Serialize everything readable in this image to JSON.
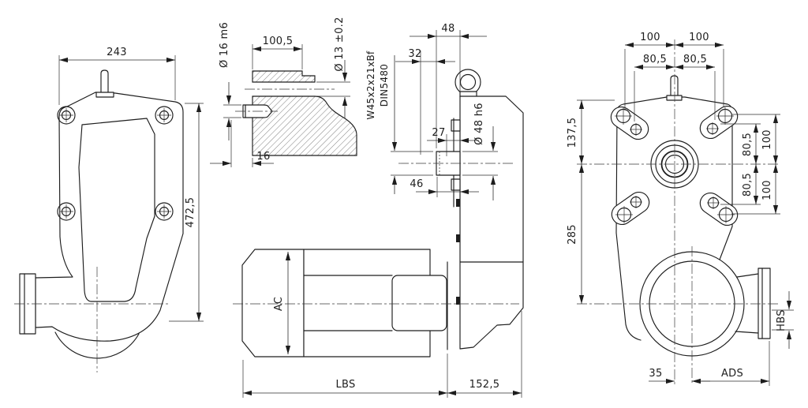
{
  "colors": {
    "background": "#ffffff",
    "line": "#1d1d1d"
  },
  "dims": {
    "front_width": "243",
    "front_height": "472,5",
    "detail_pin_dia": "Ø 16 m6",
    "detail_width": "100,5",
    "detail_bore_dia": "Ø 13 ±0.2",
    "detail_depth": "16",
    "side_48": "48",
    "side_32": "32",
    "spline_line1": "W45x2x21xBf",
    "spline_line2": "DIN5480",
    "side_27": "27",
    "side_shaft_dia": "Ø 48 h6",
    "side_46": "46",
    "motor_dia": "AC",
    "motor_len": "LBS",
    "side_152": "152,5",
    "rear_100_l": "100",
    "rear_100_r": "100",
    "rear_805_l": "80,5",
    "rear_805_r": "80,5",
    "rear_1375": "137,5",
    "rear_285": "285",
    "rear_r805_u": "80,5",
    "rear_r100_u": "100",
    "rear_r805_d": "80,5",
    "rear_r100_d": "100",
    "rear_35": "35",
    "rear_ads": "ADS",
    "rear_hbs": "HBS"
  }
}
